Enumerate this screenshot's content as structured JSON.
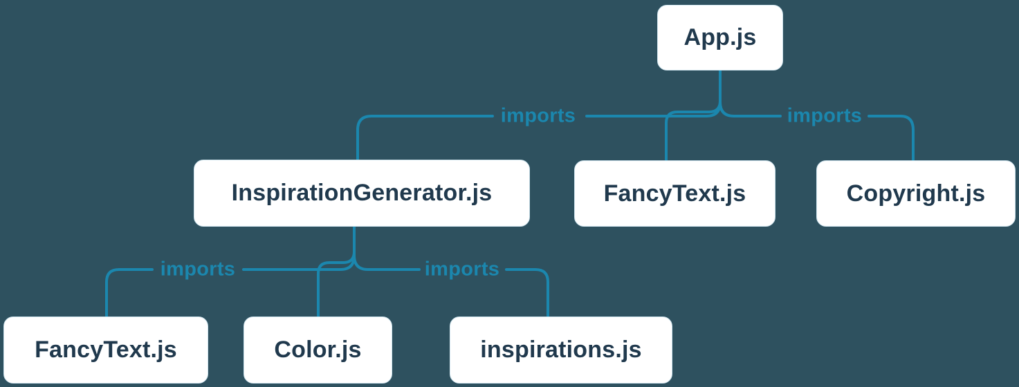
{
  "diagram": {
    "type": "module-dependency-tree",
    "nodes": {
      "app": {
        "label": "App.js"
      },
      "inspiration_generator": {
        "label": "InspirationGenerator.js"
      },
      "fancy_text_top": {
        "label": "FancyText.js"
      },
      "copyright": {
        "label": "Copyright.js"
      },
      "fancy_text_bottom": {
        "label": "FancyText.js"
      },
      "color": {
        "label": "Color.js"
      },
      "inspirations": {
        "label": "inspirations.js"
      }
    },
    "edges": [
      {
        "from": "App.js",
        "to": "InspirationGenerator.js",
        "label": "imports"
      },
      {
        "from": "App.js",
        "to": "FancyText.js",
        "label": ""
      },
      {
        "from": "App.js",
        "to": "Copyright.js",
        "label": "imports"
      },
      {
        "from": "InspirationGenerator.js",
        "to": "FancyText.js",
        "label": "imports"
      },
      {
        "from": "InspirationGenerator.js",
        "to": "Color.js",
        "label": ""
      },
      {
        "from": "InspirationGenerator.js",
        "to": "inspirations.js",
        "label": "imports"
      }
    ],
    "colors": {
      "background": "#2e515f",
      "node_fill": "#ffffff",
      "node_border": "#cfe4ee",
      "node_text": "#20394d",
      "line": "#1b87ae",
      "edge_label": "#1b87ae"
    }
  }
}
